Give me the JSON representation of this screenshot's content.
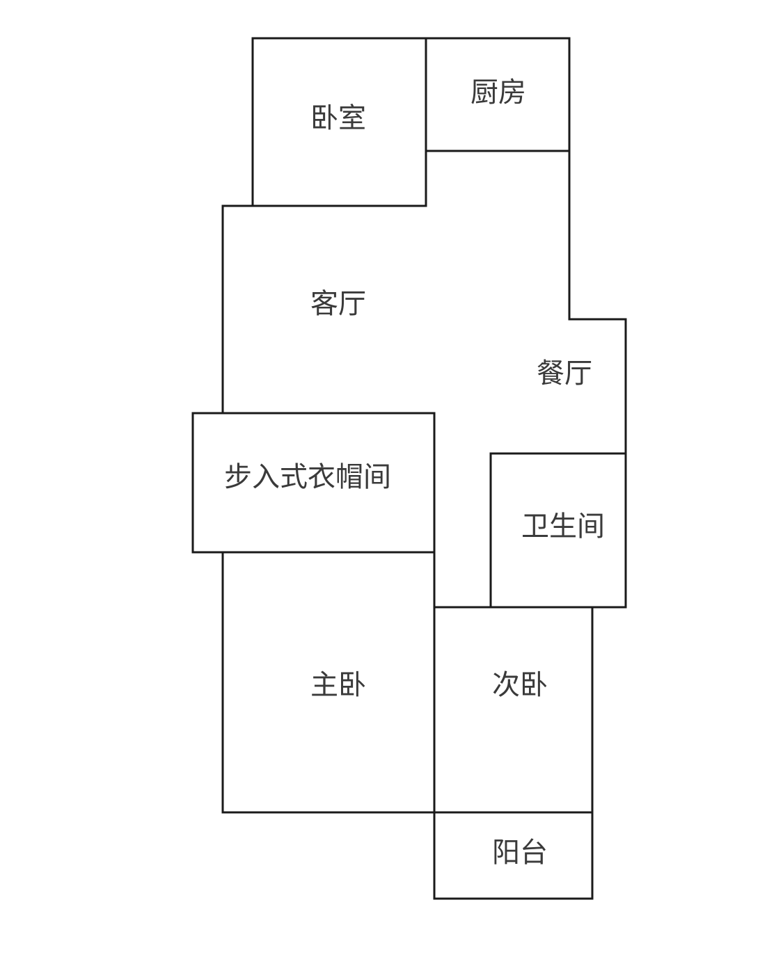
{
  "floorplan": {
    "rooms": {
      "bedroom": "卧室",
      "kitchen": "厨房",
      "living_room": "客厅",
      "dining_room": "餐厅",
      "walk_in_closet": "步入式衣帽间",
      "bathroom": "卫生间",
      "master_bedroom": "主卧",
      "second_bedroom": "次卧",
      "balcony": "阳台"
    },
    "colors": {
      "wall": "#1a1a1a",
      "label": "#3a3a3a",
      "background": "#ffffff"
    }
  }
}
